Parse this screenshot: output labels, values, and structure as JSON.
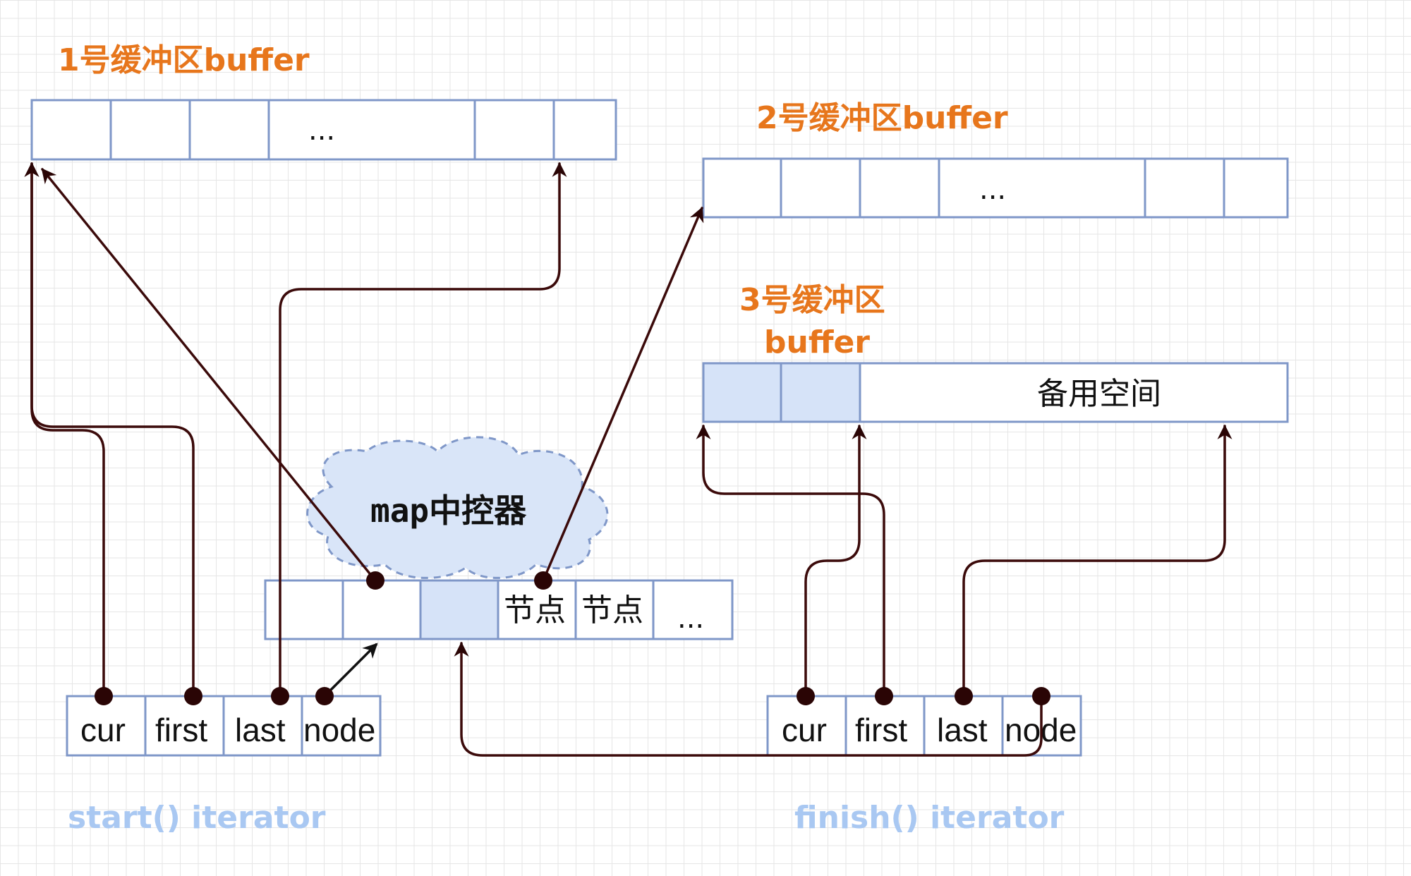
{
  "buffers": {
    "buffer1": {
      "title": "1号缓冲区buffer",
      "ellipsis": "..."
    },
    "buffer2": {
      "title": "2号缓冲区buffer",
      "ellipsis": "..."
    },
    "buffer3": {
      "title_line1": "3号缓冲区",
      "title_line2": "buffer",
      "spare_label": "备用空间"
    }
  },
  "map": {
    "label": "map中控器",
    "node_label_1": "节点",
    "node_label_2": "节点",
    "ellipsis": "..."
  },
  "iterators": {
    "start": {
      "label": "start() iterator",
      "fields": [
        "cur",
        "first",
        "last",
        "node"
      ]
    },
    "finish": {
      "label": "finish() iterator",
      "fields": [
        "cur",
        "first",
        "last",
        "node"
      ]
    }
  },
  "colors": {
    "title": "#e7761c",
    "iterator_label": "#a9c8f2",
    "cell_border": "#7f97c8",
    "cell_fill_used": "#d6e3f8",
    "arrow": "#3b0a0a"
  }
}
